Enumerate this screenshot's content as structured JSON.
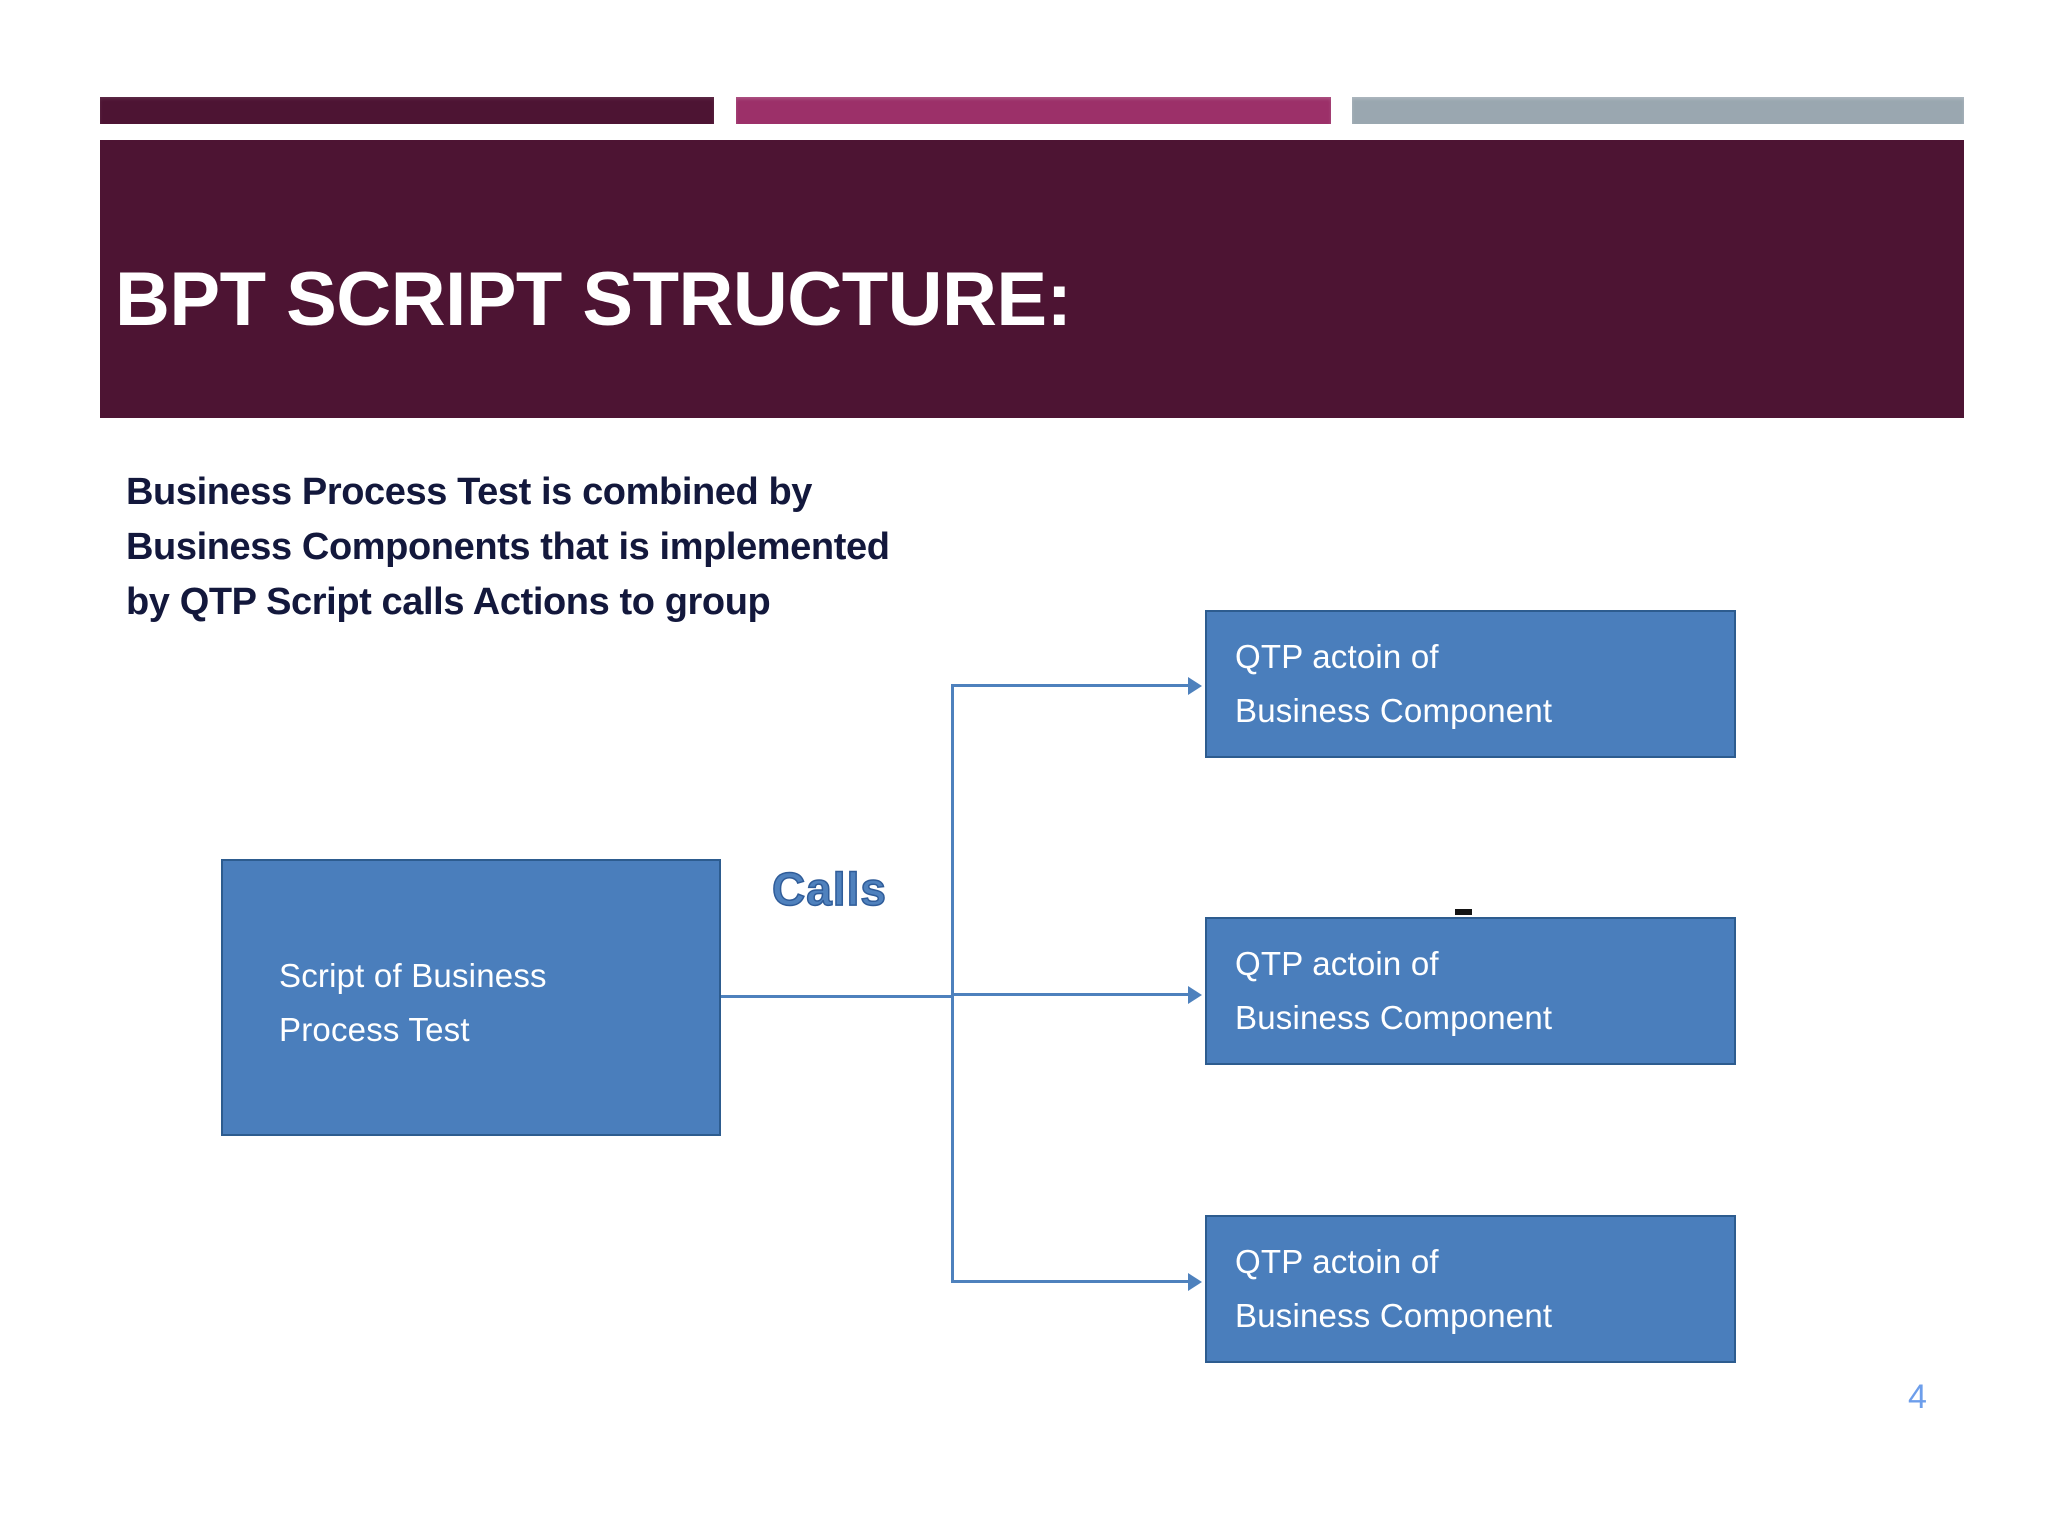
{
  "slide": {
    "title": "BPT SCRIPT STRUCTURE:",
    "page_number": "4",
    "body_lines": [
      "Business Process Test is combined by",
      "Business Components that is implemented",
      "by QTP Script calls Actions to group"
    ],
    "connector_label": "Calls",
    "source_box": {
      "line1": "Script of Business",
      "line2": "Process Test"
    },
    "action_boxes": [
      {
        "line1": "QTP actoin of",
        "line2": "Business Component"
      },
      {
        "line1": "QTP actoin of",
        "line2": "Business Component"
      },
      {
        "line1": "QTP actoin of",
        "line2": "Business Component"
      }
    ],
    "colors": {
      "title_band": "#4d1433",
      "bar_dark": "#4d1433",
      "bar_magenta": "#9c3069",
      "bar_gray": "#9aa7b0",
      "box_fill": "#4a7ebc",
      "box_border": "#2d5c8f",
      "connector": "#4e81bd",
      "body_text": "#13183c",
      "page_number": "#6d9eeb"
    }
  }
}
